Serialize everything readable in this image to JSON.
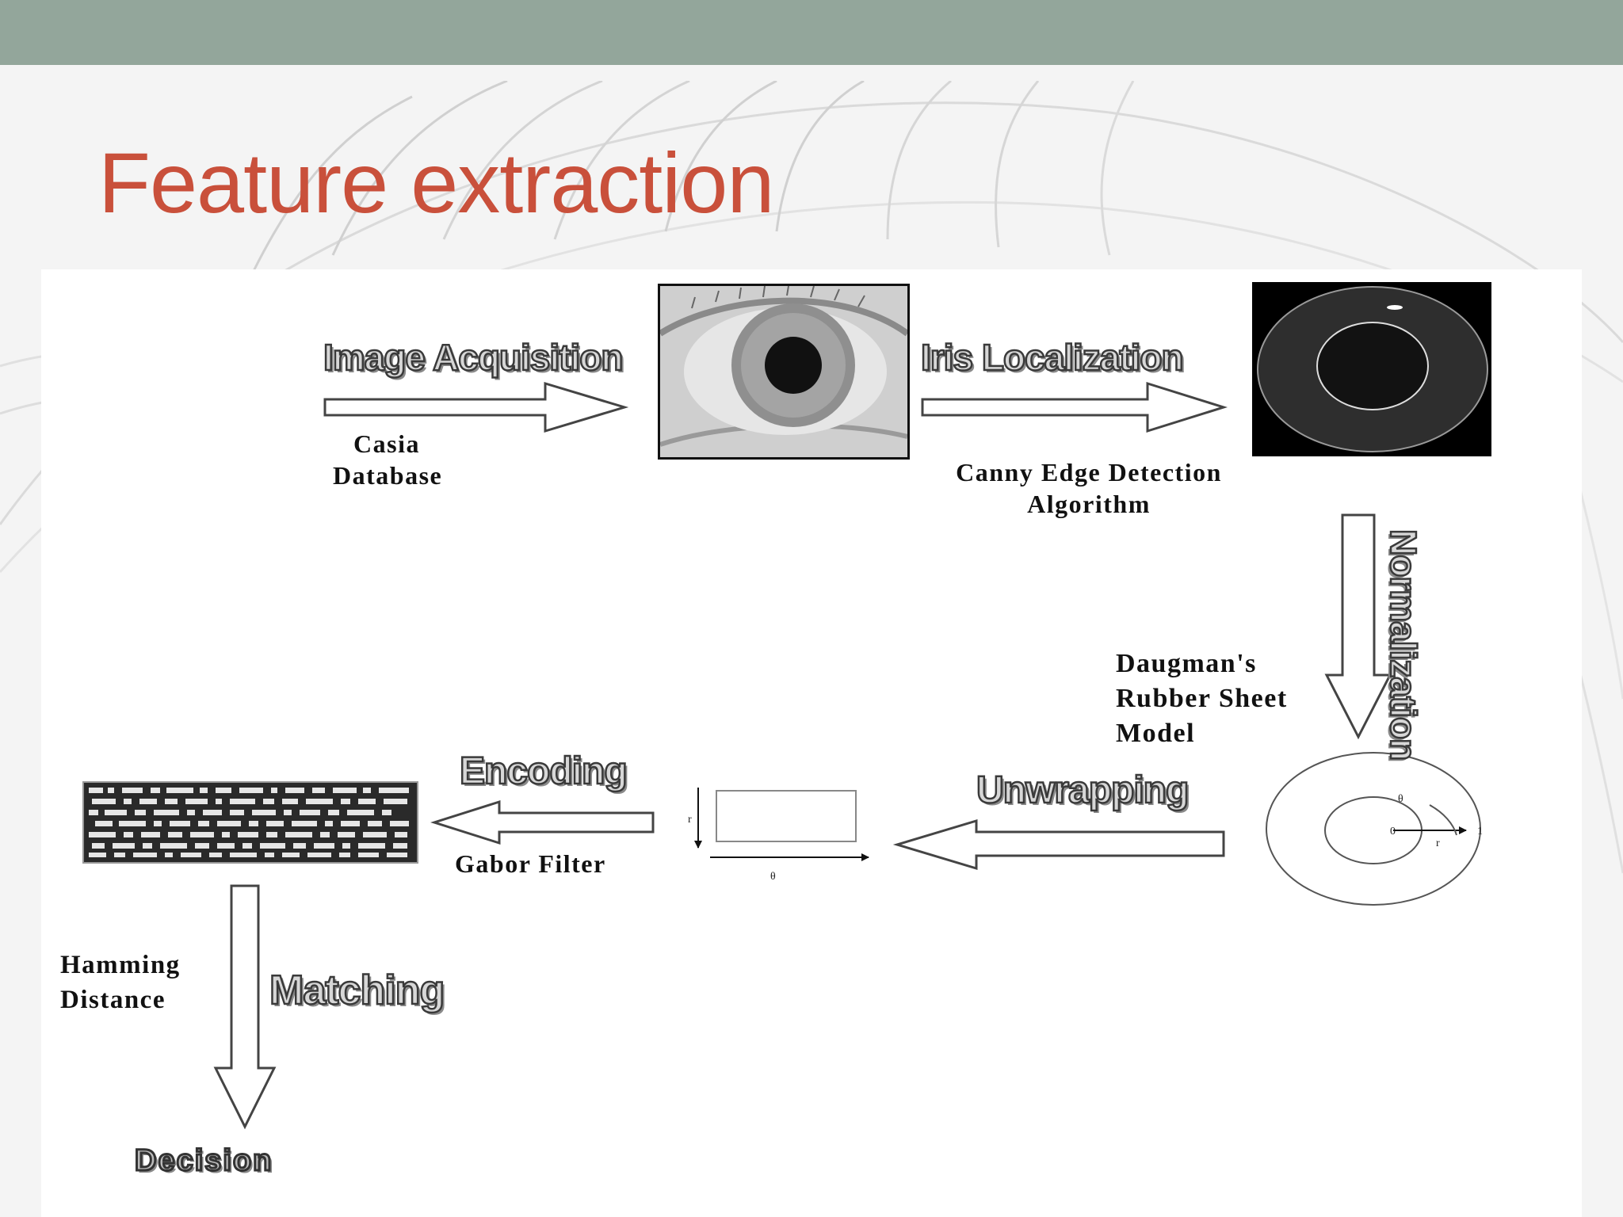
{
  "slide": {
    "title": "Feature extraction",
    "accent_color": "#c9503b",
    "band_color": "#93a69b"
  },
  "diagram": {
    "stages": {
      "image_acquisition": "Image Acquisition",
      "iris_localization": "Iris Localization",
      "normalization": "Normalization",
      "unwrapping": "Unwrapping",
      "encoding": "Encoding",
      "matching": "Matching",
      "decision": "Decision"
    },
    "captions": {
      "casia_line1": "Casia",
      "casia_line2": "Database",
      "canny_line1": "Canny Edge Detection",
      "canny_line2": "Algorithm",
      "daugman_line1": "Daugman's",
      "daugman_line2": "Rubber Sheet",
      "daugman_line3": "Model",
      "gabor": "Gabor Filter",
      "hamming_line1": "Hamming",
      "hamming_line2": "Distance"
    },
    "rubber_sheet_labels": {
      "theta": "θ",
      "zero": "0",
      "one": "1",
      "r": "r"
    },
    "unwrapped_labels": {
      "r": "r",
      "theta": "θ"
    }
  }
}
